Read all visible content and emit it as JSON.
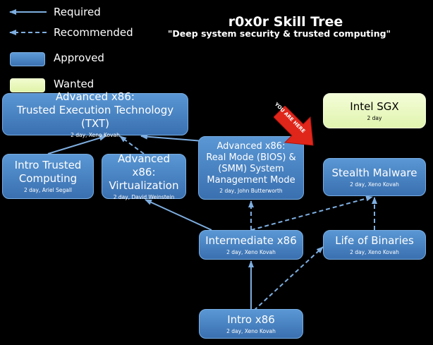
{
  "legend": {
    "required": "Required",
    "recommended": "Recommended",
    "approved": "Approved",
    "wanted": "Wanted"
  },
  "header": {
    "title": "r0x0r Skill Tree",
    "subtitle": "\"Deep system security & trusted computing\""
  },
  "marker": {
    "label": "YOU ARE HERE"
  },
  "colors": {
    "approved": "#4a85c4",
    "wanted": "#e8f8bf",
    "edge": "#7eaee0",
    "marker": "#e0261b"
  },
  "nodes": {
    "txt": {
      "title": "Advanced x86:\nTrusted Execution Technology (TXT)",
      "sub": "2 day, Xeno Kovah"
    },
    "sgx": {
      "title": "Intel SGX",
      "sub": "2 day"
    },
    "trusted": {
      "title": "Intro Trusted\nComputing",
      "sub": "2 day, Ariel Segall"
    },
    "virt": {
      "title": "Advanced x86:\nVirtualization",
      "sub": "2 day, David Weinstein"
    },
    "realmode": {
      "title": "Advanced x86:\nReal Mode (BIOS) &\n(SMM) System\nManagement Mode",
      "sub": "2 day, John Butterworth"
    },
    "stealth": {
      "title": "Stealth Malware",
      "sub": "2 day, Xeno Kovah"
    },
    "inter": {
      "title": "Intermediate x86",
      "sub": "2 day, Xeno Kovah"
    },
    "binaries": {
      "title": "Life of Binaries",
      "sub": "2 day, Xeno Kovah"
    },
    "intro": {
      "title": "Intro x86",
      "sub": "2 day, Xeno Kovah"
    }
  },
  "edges": [
    {
      "from": "intro",
      "to": "inter",
      "type": "required"
    },
    {
      "from": "intro",
      "to": "binaries",
      "type": "recommended"
    },
    {
      "from": "inter",
      "to": "virt",
      "type": "required"
    },
    {
      "from": "inter",
      "to": "realmode",
      "type": "recommended"
    },
    {
      "from": "inter",
      "to": "stealth",
      "type": "recommended"
    },
    {
      "from": "binaries",
      "to": "stealth",
      "type": "recommended"
    },
    {
      "from": "trusted",
      "to": "txt",
      "type": "required"
    },
    {
      "from": "virt",
      "to": "txt",
      "type": "recommended"
    },
    {
      "from": "realmode",
      "to": "txt",
      "type": "required"
    }
  ]
}
